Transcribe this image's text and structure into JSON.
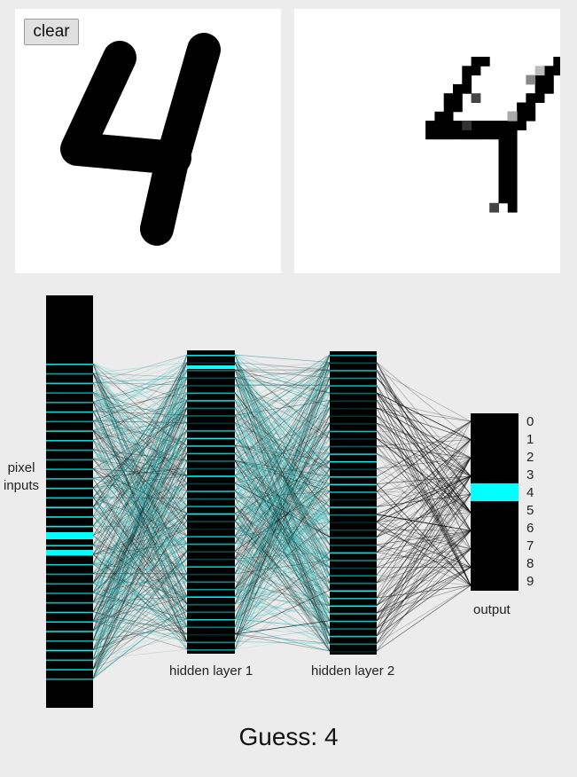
{
  "controls": {
    "clear_label": "clear"
  },
  "network": {
    "input_label_line1": "pixel",
    "input_label_line2": "inputs",
    "hidden1_label": "hidden layer 1",
    "hidden2_label": "hidden layer 2",
    "output_label": "output",
    "output_digits": [
      "0",
      "1",
      "2",
      "3",
      "4",
      "5",
      "6",
      "7",
      "8",
      "9"
    ],
    "active_output": 4
  },
  "result": {
    "guess_text": "Guess: 4",
    "guess_value": 4
  },
  "colors": {
    "background": "#ececec",
    "activation": "#00ffff",
    "layer": "#000000",
    "stroke": "#000000"
  },
  "icons": {
    "drawing": "handwritten-digit-stroke",
    "preview": "pixelated-digit-grid"
  }
}
